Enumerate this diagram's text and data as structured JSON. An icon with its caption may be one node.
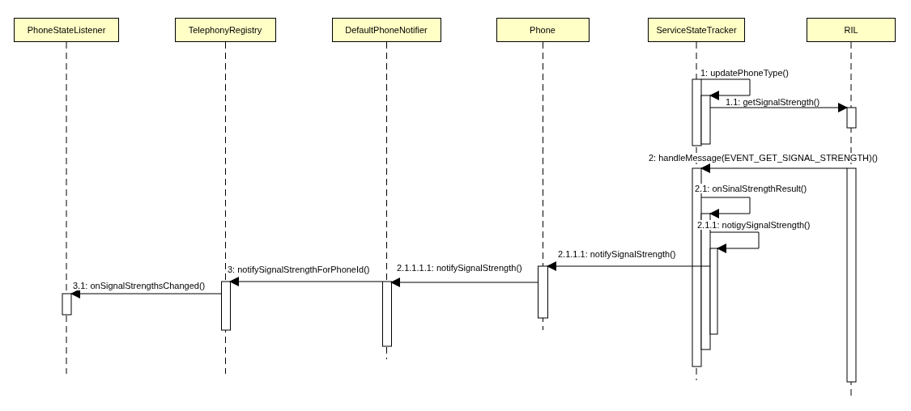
{
  "diagram": {
    "nodes": [
      {
        "text": [
          "PhoneStateListener"
        ]
      },
      {
        "text": [
          "TelephonyRegistry"
        ]
      },
      {
        "text": [
          "DefaultPhoneNotifier"
        ]
      },
      {
        "text": [
          "Phone"
        ]
      },
      {
        "text": [
          "ServiceStateTracker"
        ]
      },
      {
        "text": [
          "RIL"
        ]
      }
    ],
    "edges": [
      {
        "from": 4,
        "to": 4,
        "arrow": "to",
        "label": "1: updatePhoneType()"
      },
      {
        "from": 4,
        "to": 5,
        "arrow": "to",
        "label": "1.1: getSignalStrength()"
      },
      {
        "from": 5,
        "to": 4,
        "arrow": "to",
        "label": "2: handleMessage(EVENT_GET_SIGNAL_STRENGTH)()"
      },
      {
        "from": 4,
        "to": 4,
        "arrow": "to",
        "label": "2.1: onSinalStrengthResult()"
      },
      {
        "from": 4,
        "to": 4,
        "arrow": "to",
        "label": "2.1.1: notigySignalStrength()"
      },
      {
        "from": 4,
        "to": 3,
        "arrow": "to",
        "label": "2.1.1.1: notifySignalStrength()"
      },
      {
        "from": 3,
        "to": 2,
        "arrow": "to",
        "label": "2.1.1.1.1: notifySignalStrength()"
      },
      {
        "from": 2,
        "to": 1,
        "arrow": "to",
        "label": "3: notifySignalStrengthForPhoneId()"
      },
      {
        "from": 1,
        "to": 0,
        "arrow": "to",
        "label": "3.1: onSignalStrengthsChanged()"
      }
    ]
  }
}
